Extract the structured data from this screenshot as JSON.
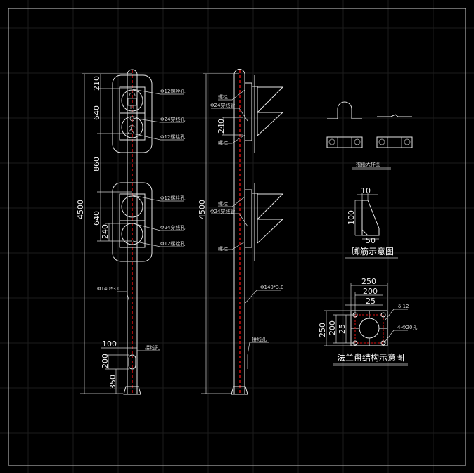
{
  "front_view": {
    "total_height": "4500",
    "dims": [
      "210",
      "640",
      "860",
      "640",
      "240"
    ],
    "upper_labels": [
      "Φ12螺栓孔",
      "Φ24穿线孔",
      "Φ12螺栓孔"
    ],
    "lower_labels": [
      "Φ12螺栓孔",
      "Φ24穿线孔",
      "Φ12螺栓孔"
    ],
    "pole_spec": "Φ140*3.0",
    "slot_width": "100",
    "slot_label": "接线孔",
    "slot_height": "200",
    "slot_offset": "350"
  },
  "side_view": {
    "total_height": "4500",
    "upper_labels": [
      "螺栓",
      "Φ24穿线管",
      "螺栓"
    ],
    "dim": "240",
    "lower_labels": [
      "螺栓",
      "Φ24穿线管",
      "螺栓"
    ],
    "pole_spec": "Φ140*3.0",
    "slot_label": "接线孔"
  },
  "hoop_detail": {
    "title": "抱箍大样图"
  },
  "rib_detail": {
    "title": "脚筋示意图",
    "top": "10",
    "height": "100",
    "base": "50"
  },
  "flange_detail": {
    "title": "法兰盘结构示意图",
    "dims": [
      "250",
      "200",
      "25"
    ],
    "vdims": [
      "250",
      "200",
      "25"
    ],
    "thickness": "δ:12",
    "holes": "4-Φ20孔"
  }
}
